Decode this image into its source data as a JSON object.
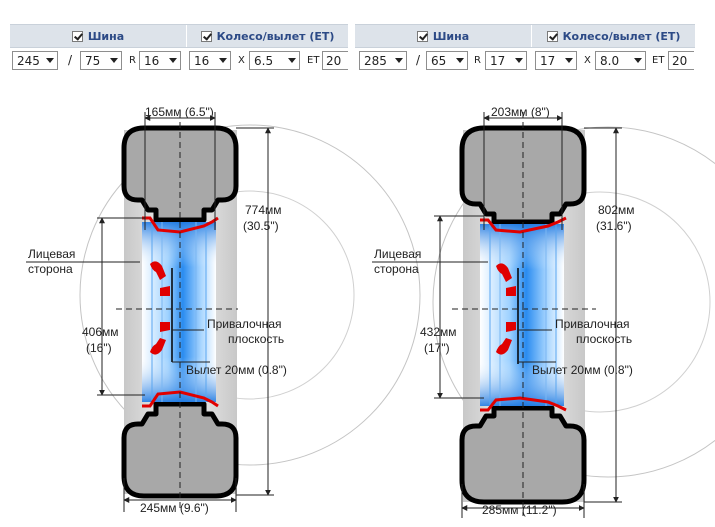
{
  "left": {
    "header": {
      "tire_label": "Шина",
      "wheel_label": "Колесо/вылет (ET)"
    },
    "controls": {
      "width": "245",
      "profile": "75",
      "r_label": "R",
      "diameter": "16",
      "rim_diameter": "16",
      "x_label": "X",
      "rim_width": "6.5",
      "et_label": "ET",
      "et_value": "20",
      "slash": "/"
    },
    "dims": {
      "rim_width": "165мм (6.5\")",
      "outer_mm": "774мм",
      "outer_in": "(30.5\")",
      "rim_dia_mm": "406мм",
      "rim_dia_in": "(16\")",
      "face_1": "Лицевая",
      "face_2": "сторона",
      "mount_1": "Привалочная",
      "mount_2": "плоскость",
      "offset": "Вылет 20мм (0.8\")",
      "tire_width": "245мм (9.6\")"
    }
  },
  "right": {
    "header": {
      "tire_label": "Шина",
      "wheel_label": "Колесо/вылет (ET)"
    },
    "controls": {
      "width": "285",
      "profile": "65",
      "r_label": "R",
      "diameter": "17",
      "rim_diameter": "17",
      "x_label": "X",
      "rim_width": "8.0",
      "et_label": "ET",
      "et_value": "20",
      "slash": "/"
    },
    "dims": {
      "rim_width": "203мм (8\")",
      "outer_mm": "802мм",
      "outer_in": "(31.6\")",
      "rim_dia_mm": "432мм",
      "rim_dia_in": "(17\")",
      "face_1": "Лицевая",
      "face_2": "сторона",
      "mount_1": "Привалочная",
      "mount_2": "плоскость",
      "offset": "Вылет 20мм (0.8\")",
      "tire_width": "285мм (11.2\")"
    }
  },
  "icons": {
    "checkbox": "checkbox-checked-icon",
    "dropdown": "chevron-down-icon"
  },
  "colors": {
    "header_bg": "#dde3ea",
    "header_text": "#2c4a86",
    "rim_red": "#e00000",
    "blue_gradient": "#1e90ff",
    "tire_gray": "#a8a8a8"
  }
}
